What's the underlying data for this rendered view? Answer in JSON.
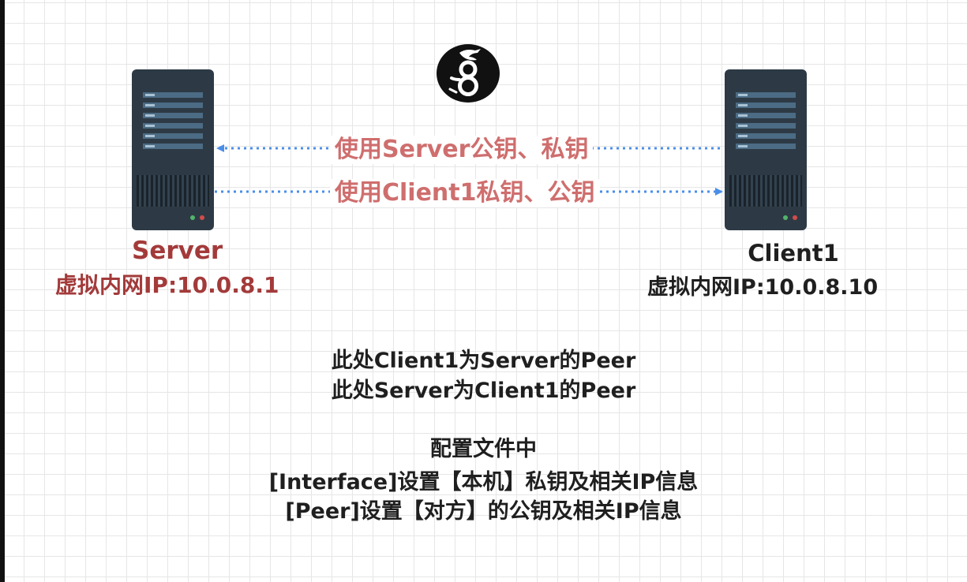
{
  "diagram": {
    "logo_icon": "wireguard-dragon-logo",
    "server": {
      "name": "Server",
      "ip_label": "虚拟内网IP:10.0.8.1",
      "color": "#a33a3a"
    },
    "client": {
      "name": "Client1",
      "ip_label": "虚拟内网IP:10.0.8.10",
      "color": "#1f1f1f"
    },
    "arrows": [
      {
        "label": "使用Server公钥、私钥",
        "direction": "client-to-server"
      },
      {
        "label": "使用Client1私钥、公钥",
        "direction": "server-to-client"
      }
    ],
    "arrow_color": "#4a8ee8",
    "arrow_label_color": "#cf6e6e",
    "notes": {
      "peer_line_1": "此处Client1为Server的Peer",
      "peer_line_2": "此处Server为Client1的Peer",
      "config_title": "配置文件中",
      "config_line_1": "[Interface]设置【本机】私钥及相关IP信息",
      "config_line_2": "[Peer]设置【对方】的公钥及相关IP信息"
    }
  }
}
